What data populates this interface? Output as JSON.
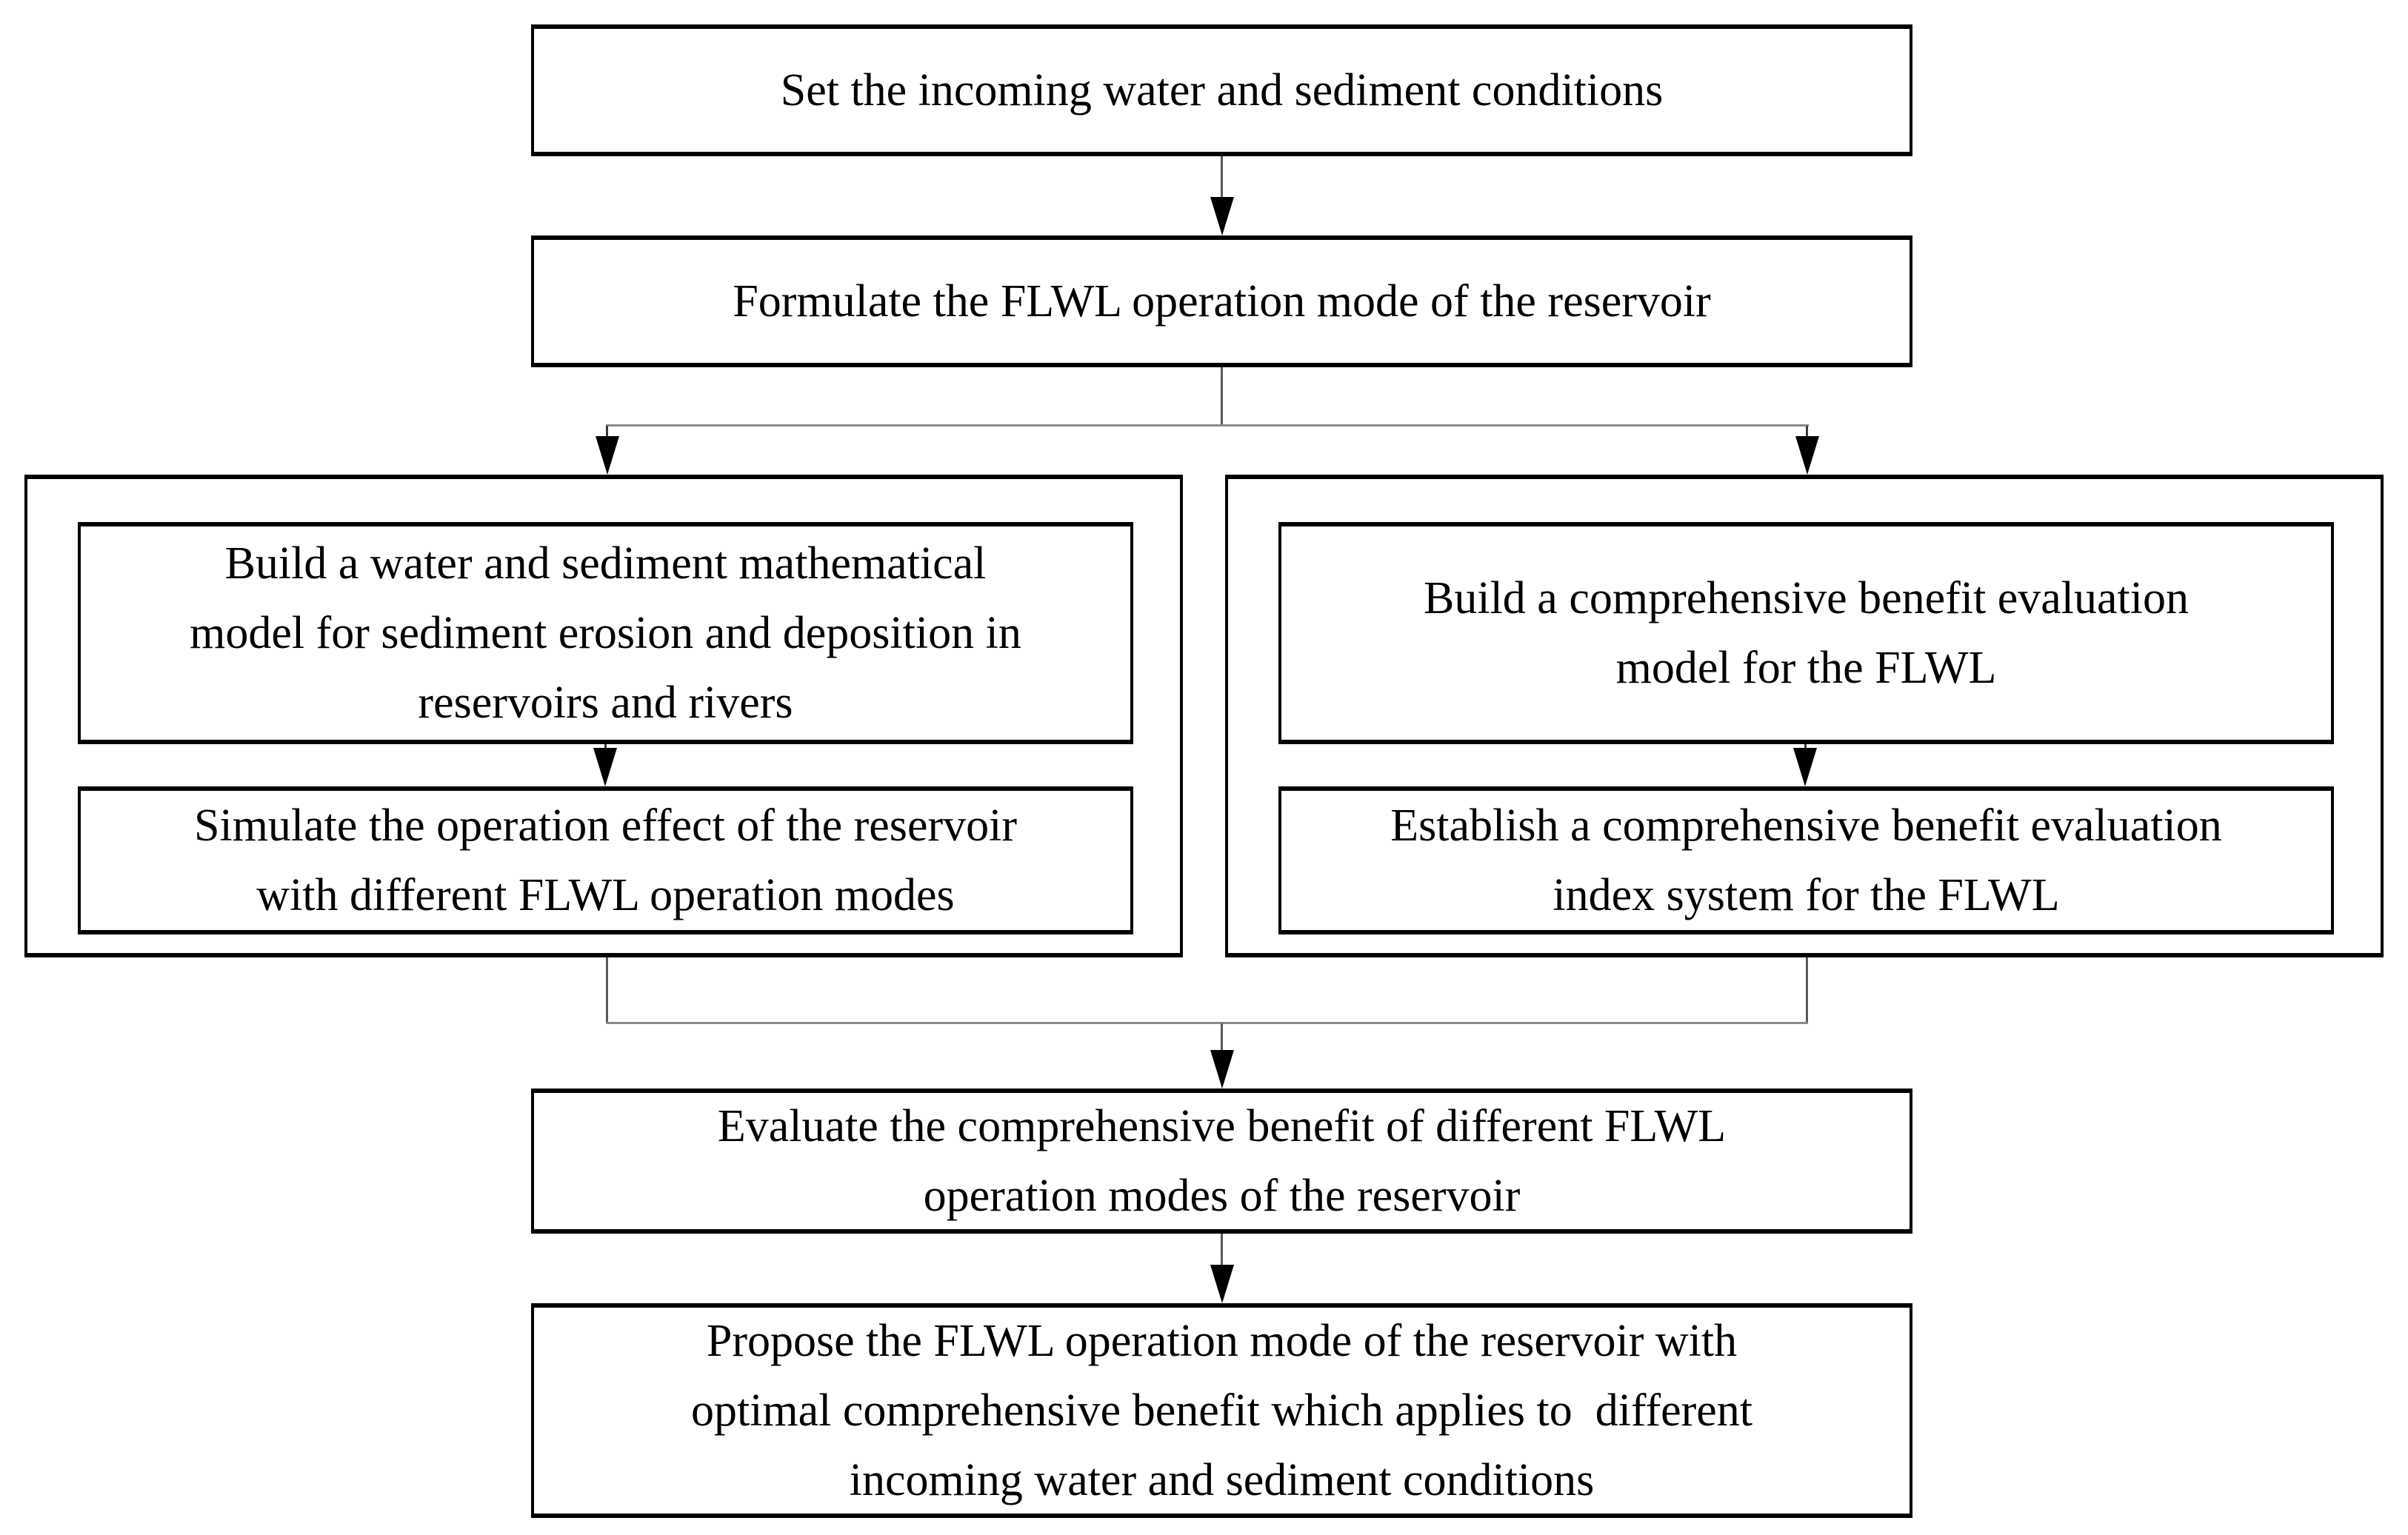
{
  "figure": {
    "type": "flowchart",
    "title": "FLWL reservoir operation mode evaluation flowchart",
    "colors": {
      "background": "#ffffff",
      "box_border": "#000000",
      "text": "#000000",
      "connector_line": "#595959",
      "arrowhead": "#000000"
    }
  },
  "boxes": {
    "set_conditions": {
      "lines": [
        "Set the incoming water and sediment conditions"
      ]
    },
    "formulate": {
      "lines": [
        "Formulate the FLWL operation mode of the reservoir"
      ]
    },
    "build_math_model": {
      "lines": [
        "Build a water and sediment mathematical",
        "model for sediment erosion and deposition in",
        "reservoirs and rivers"
      ]
    },
    "simulate": {
      "lines": [
        "Simulate the operation effect of the reservoir",
        "with different FLWL operation modes"
      ]
    },
    "build_benefit_model": {
      "lines": [
        "Build a comprehensive benefit evaluation",
        "model for the FLWL"
      ]
    },
    "establish_index": {
      "lines": [
        "Establish a comprehensive benefit evaluation",
        "index system for the FLWL"
      ]
    },
    "evaluate": {
      "lines": [
        "Evaluate the comprehensive benefit of different FLWL",
        "operation modes of the reservoir"
      ]
    },
    "propose": {
      "lines": [
        "Propose the FLWL operation mode of the reservoir with",
        "optimal comprehensive benefit which applies to  different",
        "incoming water and sediment conditions"
      ]
    }
  }
}
